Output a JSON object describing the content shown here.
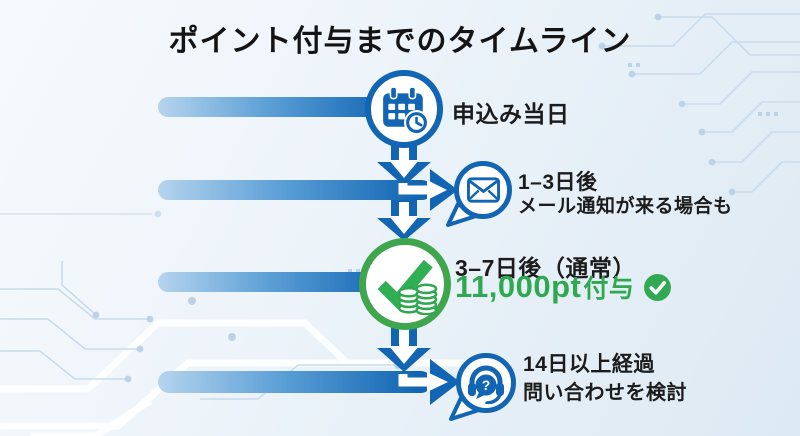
{
  "title": "ポイント付与までのタイムライン",
  "steps": [
    {
      "name": "application-day",
      "icon": "calendar-clock-icon",
      "label": "申込み当日"
    },
    {
      "name": "email-notification",
      "icon": "mail-speech-bubble-icon",
      "label": "1–3日後",
      "sublabel": "メール通知が来る場合も"
    },
    {
      "name": "points-granted",
      "icon": "check-coins-icon",
      "label": "3–7日後（通常）",
      "highlight_value": "11,000pt",
      "highlight_suffix": "付与",
      "badge": "check-badge-icon"
    },
    {
      "name": "inquiry",
      "icon": "headset-question-icon",
      "icon_glyph": "?",
      "label": "14日以上経過",
      "sublabel": "問い合わせを検討"
    }
  ],
  "colors": {
    "primary_blue": "#1165b3",
    "bar_gradient_light": "#b6d4ee",
    "accent_green": "#2fa84f",
    "ring_green": "#3fa64e",
    "badge_green": "#31a852",
    "text_dark": "#1c1c1c",
    "background_light": "#eef5fa",
    "circuit_line": "#c9dbec"
  }
}
